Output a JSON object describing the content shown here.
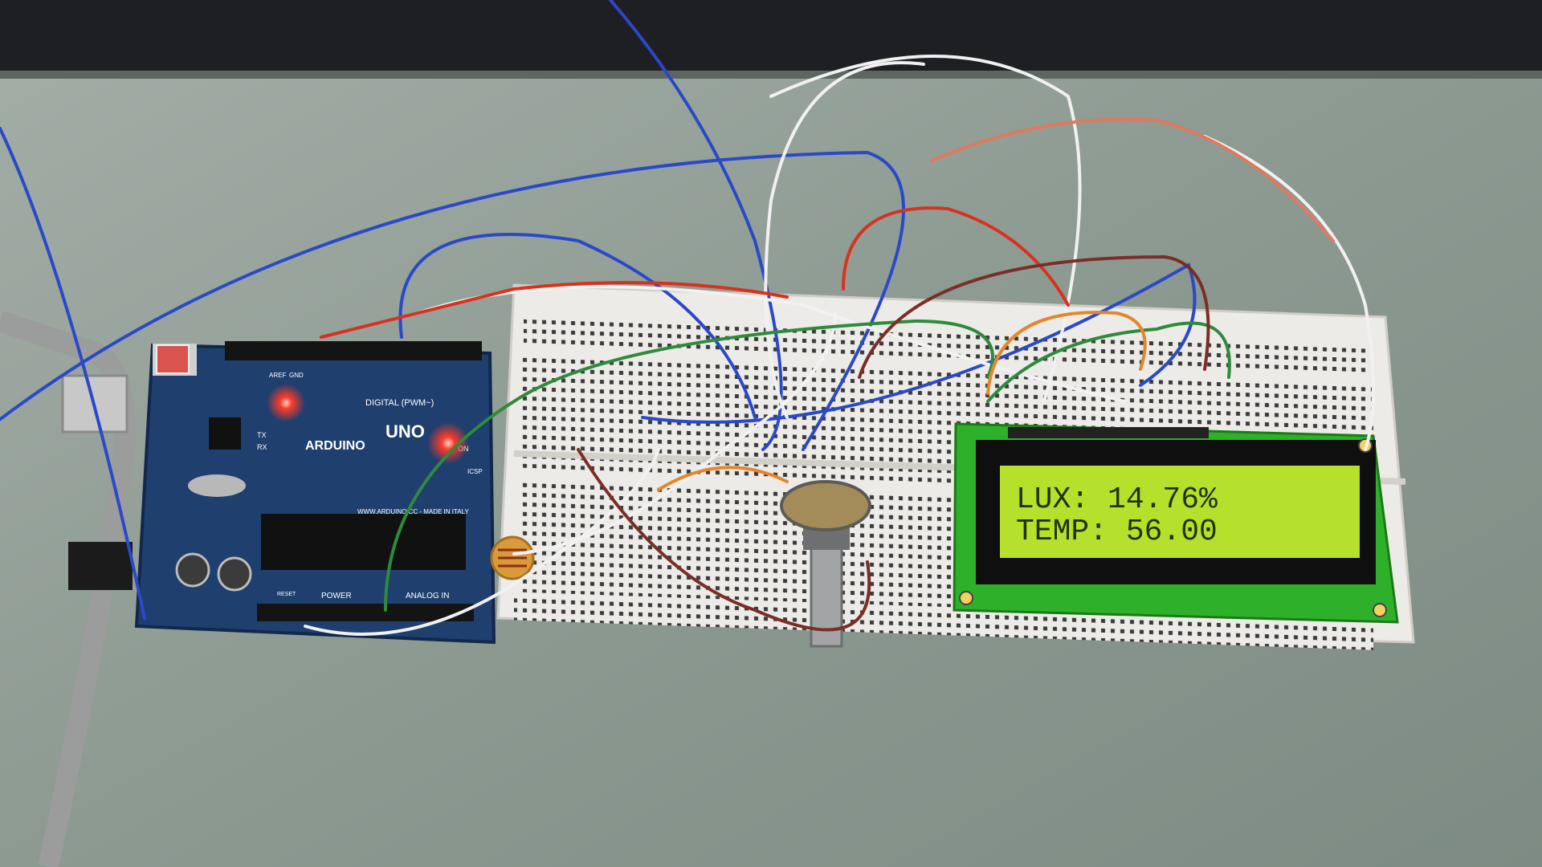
{
  "arduino": {
    "brand": "ARDUINO",
    "model": "UNO",
    "digital_label": "DIGITAL (PWM~)",
    "power_label": "POWER",
    "analog_label": "ANALOG IN",
    "url_text": "WWW.ARDUINO.CC - MADE IN ITALY",
    "icsp_label": "ICSP",
    "tx_label": "TX",
    "rx_label": "RX",
    "on_label": "ON",
    "aref_label": "AREF",
    "gnd_label": "GND",
    "reset_label": "RESET"
  },
  "lcd": {
    "line1": "LUX: 14.76%",
    "line2": "TEMP: 56.00"
  },
  "colors": {
    "surface": "#8f9b93",
    "arduino_board": "#1f3f6e",
    "breadboard": "#ecebe7",
    "lcd_pcb": "#2fb02a",
    "lcd_screen": "#b5e02b",
    "lcd_text": "#1f3310",
    "led_red": "#ff3b2a"
  }
}
